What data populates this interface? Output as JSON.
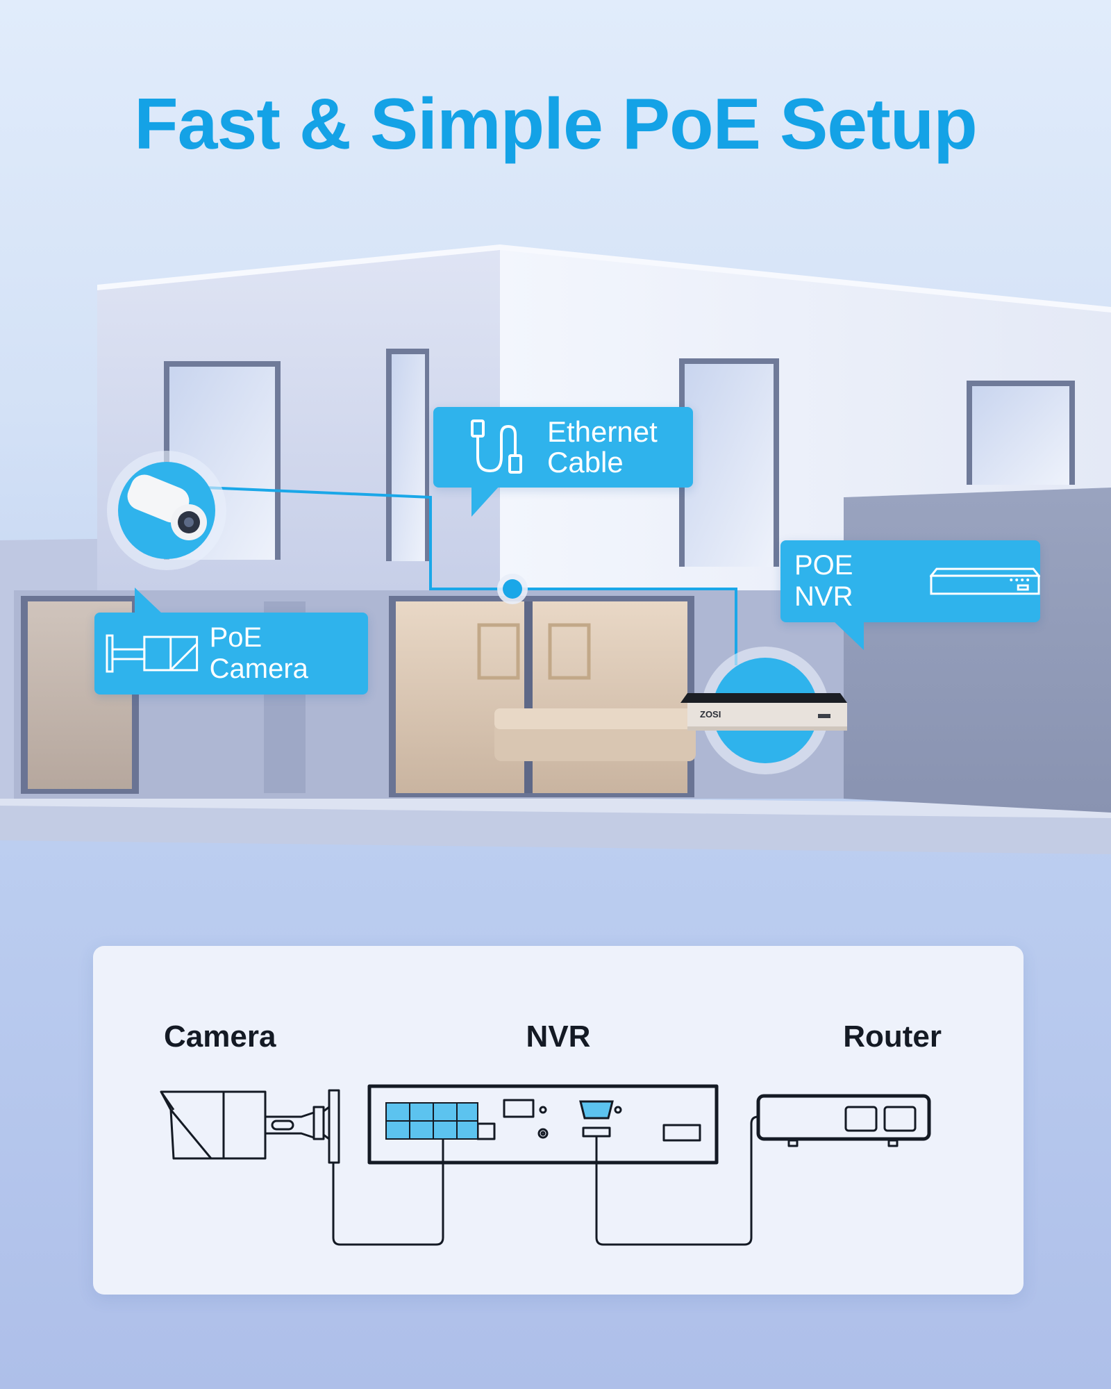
{
  "title": "Fast & Simple PoE Setup",
  "callouts": {
    "ethernet": "Ethernet\nCable",
    "ethernet_line1": "Ethernet",
    "ethernet_line2": "Cable",
    "camera": "PoE Camera",
    "nvr": "POE NVR"
  },
  "devices": {
    "nvr_brand": "ZOSI"
  },
  "diagram": {
    "camera_label": "Camera",
    "nvr_label": "NVR",
    "router_label": "Router"
  },
  "colors": {
    "accent": "#14a2e6",
    "callout": "#2fb3ec",
    "port_fill": "#5cc3ef",
    "line": "#1aa7e8"
  },
  "icons": [
    "ethernet-cable-icon",
    "camera-outline-icon",
    "nvr-outline-icon"
  ]
}
